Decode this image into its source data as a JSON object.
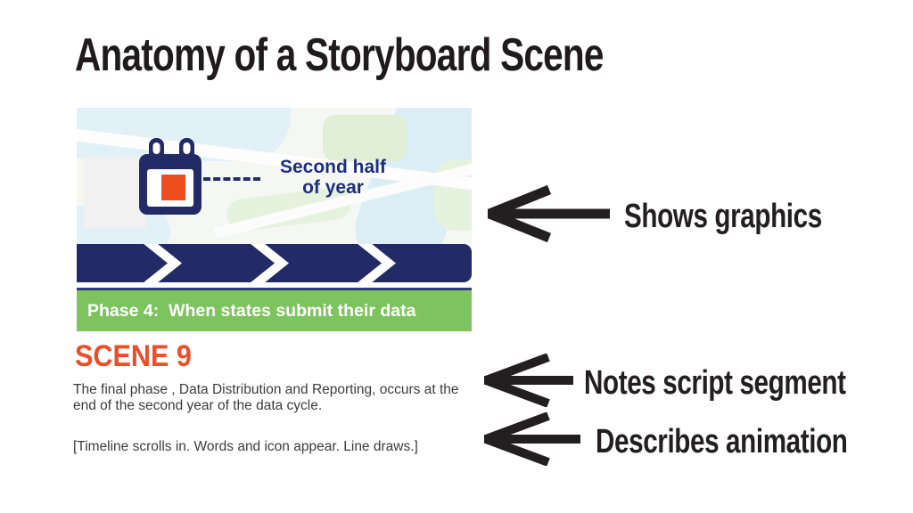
{
  "page": {
    "title": "Anatomy of a Storyboard Scene"
  },
  "storyboard_panel": {
    "callout": {
      "line1": "Second half",
      "line2": "of year"
    },
    "calendar_icon": "calendar-with-orange-date-square",
    "timeline_segments": 4,
    "phase_label": "Phase 4:  When states submit their data"
  },
  "scene_block": {
    "heading": "SCENE 9",
    "script_text": "The final phase , Data Distribution and Reporting, occurs at the end of the second year of the data cycle.",
    "animation_note": "[Timeline scrolls in. Words and icon appear. Line draws.]"
  },
  "annotations": [
    {
      "label": "Shows graphics"
    },
    {
      "label": "Notes script segment"
    },
    {
      "label": "Describes animation"
    }
  ],
  "colors": {
    "navy": "#232b66",
    "navy_text": "#1d2f7e",
    "green_bar": "#7dc35e",
    "orange_square": "#ee4e1f",
    "scene_heading_orange": "#e94f28",
    "annotation_black": "#231f20"
  }
}
